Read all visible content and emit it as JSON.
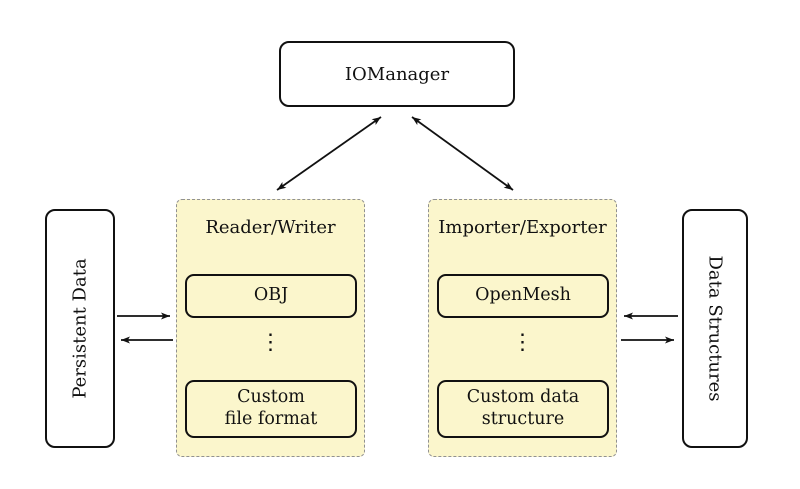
{
  "diagram": {
    "title_box": {
      "label": "IOManager"
    },
    "left_box": {
      "label": "Persistent Data"
    },
    "right_box": {
      "label": "Data Structures"
    },
    "groups": [
      {
        "title": "Reader/Writer",
        "item_top": "OBJ",
        "ellipsis": "⋮",
        "item_bottom_line1": "Custom",
        "item_bottom_line2": "file format"
      },
      {
        "title": "Importer/Exporter",
        "item_top": "OpenMesh",
        "ellipsis": "⋮",
        "item_bottom_line1": "Custom data",
        "item_bottom_line2": "structure"
      }
    ],
    "colors": {
      "group_fill": "#fbf6cc",
      "dashed_border": "#919191",
      "node_border": "#111111",
      "background": "#ffffff"
    }
  }
}
